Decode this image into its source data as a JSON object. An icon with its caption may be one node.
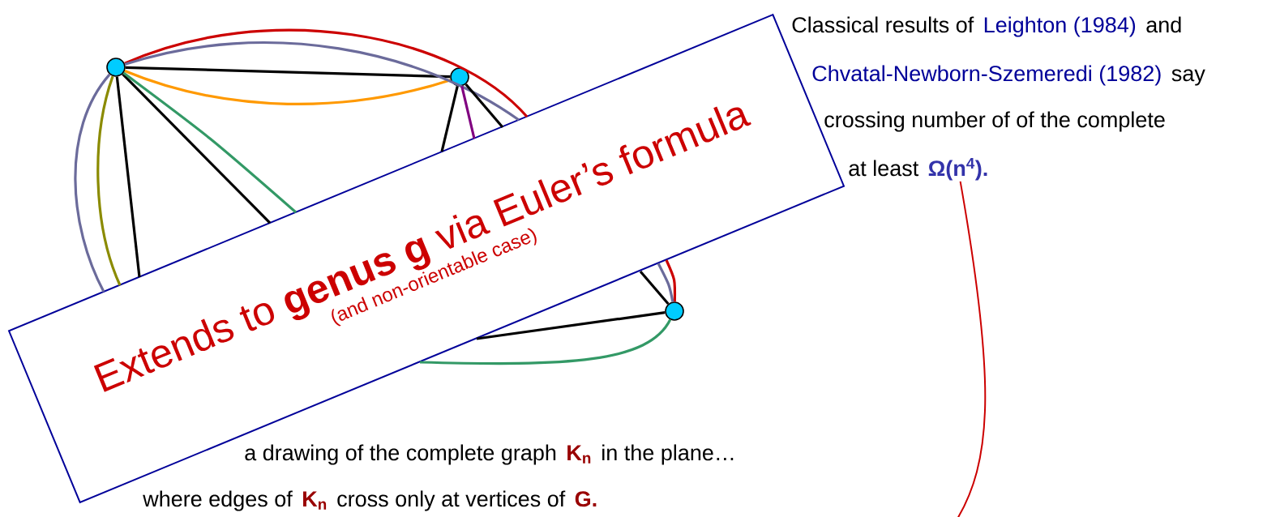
{
  "diagram": {
    "nodes": [
      {
        "text": [],
        "shape": "circle"
      },
      {
        "text": [],
        "shape": "circle"
      },
      {
        "text": [],
        "shape": "circle"
      },
      {
        "text": [
          "Extends to **genus g** via Euler’s formula",
          "(and non-orientable case)"
        ]
      },
      {
        "text": [
          "Ω(n$^{4}$)."
        ]
      }
    ],
    "edges": [
      {
        "from": 0,
        "to": 1,
        "arrow": "none"
      },
      {
        "from": 0,
        "to": 1,
        "arrow": "none",
        "color": "#ff9900"
      },
      {
        "from": 0,
        "to": 3,
        "arrow": "none",
        "color": "#cc0000"
      },
      {
        "from": 3,
        "to": 2,
        "arrow": "none",
        "color": "#cc0000"
      },
      {
        "from": 0,
        "to": 3,
        "arrow": "none",
        "color": "#6b6b9b"
      },
      {
        "from": 3,
        "to": 2,
        "arrow": "none",
        "color": "#6b6b9b"
      },
      {
        "from": 0,
        "to": 3,
        "arrow": "none",
        "color": "#6b6b9b"
      },
      {
        "from": 0,
        "to": 3,
        "arrow": "none",
        "color": "#8b8b00"
      },
      {
        "from": 0,
        "to": 3,
        "arrow": "none"
      },
      {
        "from": 0,
        "to": 3,
        "arrow": "none"
      },
      {
        "from": 0,
        "to": 3,
        "arrow": "none",
        "color": "#339966"
      },
      {
        "from": 1,
        "to": 3,
        "arrow": "none"
      },
      {
        "from": 1,
        "to": 3,
        "arrow": "none",
        "color": "#800080"
      },
      {
        "from": 1,
        "to": 3,
        "arrow": "none"
      },
      {
        "from": 2,
        "to": 3,
        "arrow": "none"
      },
      {
        "from": 2,
        "to": 3,
        "arrow": "none",
        "color": "#339966"
      },
      {
        "from": 2,
        "to": 3,
        "arrow": "none"
      },
      {
        "from": 4,
        "to": null,
        "arrow": "none",
        "color": "#cc0000"
      }
    ],
    "labels": [
      "Classical results of",
      "Leighton (1984)",
      "and",
      "Chvatal-Newborn-Szemeredi (1982)",
      "say",
      "crossing number of of the complete",
      "at least",
      "a drawing of the complete graph",
      "K$_{n}$",
      "in the plane…",
      "where edges of",
      "K$_{n}$",
      "cross only at vertices of",
      "G."
    ]
  }
}
